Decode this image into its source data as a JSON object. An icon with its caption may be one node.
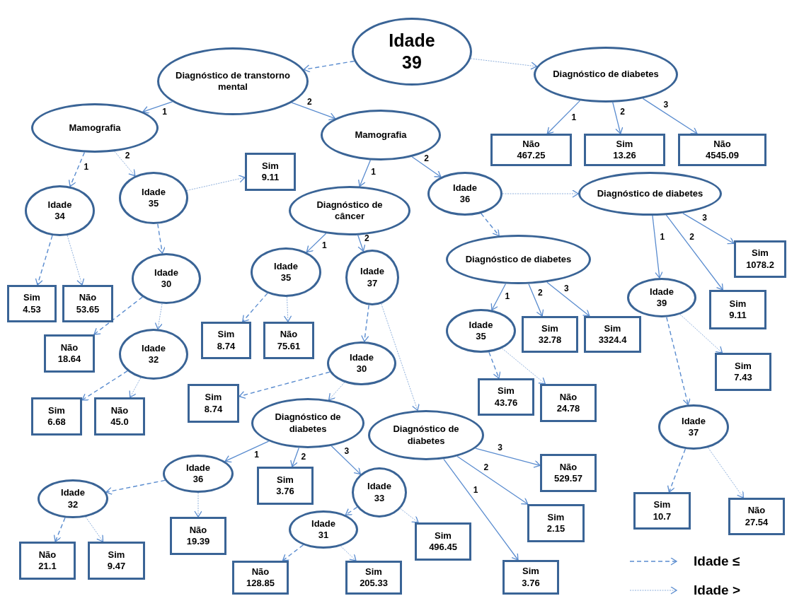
{
  "diagram": {
    "nodes": [
      {
        "text": [
          "Idade 39"
        ]
      },
      {
        "text": [
          "Diagnóstico de transtorno mental"
        ]
      },
      {
        "text": [
          "Diagnóstico de diabetes"
        ]
      },
      {
        "text": [
          "Mamografia"
        ]
      },
      {
        "text": [
          "Mamografia"
        ]
      },
      {
        "text": [
          "Não 467.25"
        ]
      },
      {
        "text": [
          "Sim 13.26"
        ]
      },
      {
        "text": [
          "Não 4545.09"
        ]
      },
      {
        "text": [
          "Sim 9.11"
        ]
      },
      {
        "text": [
          "Idade 34"
        ]
      },
      {
        "text": [
          "Idade 35"
        ]
      },
      {
        "text": [
          "Diagnóstico de câncer"
        ]
      },
      {
        "text": [
          "Idade 36"
        ]
      },
      {
        "text": [
          "Diagnóstico de diabetes"
        ]
      },
      {
        "text": [
          "Diagnóstico de diabetes"
        ]
      },
      {
        "text": [
          "Sim 1078.2"
        ]
      },
      {
        "text": [
          "Idade 30"
        ]
      },
      {
        "text": [
          "Idade 35"
        ]
      },
      {
        "text": [
          "Idade 37"
        ]
      },
      {
        "text": [
          "Sim 4.53"
        ]
      },
      {
        "text": [
          "Não 53.65"
        ]
      },
      {
        "text": [
          "Idade 39"
        ]
      },
      {
        "text": [
          "Sim 9.11"
        ]
      },
      {
        "text": [
          "Sim 8.74"
        ]
      },
      {
        "text": [
          "Não 75.61"
        ]
      },
      {
        "text": [
          "Idade 35"
        ]
      },
      {
        "text": [
          "Sim 32.78"
        ]
      },
      {
        "text": [
          "Sim 3324.4"
        ]
      },
      {
        "text": [
          "Não 18.64"
        ]
      },
      {
        "text": [
          "Idade 32"
        ]
      },
      {
        "text": [
          "Idade 30"
        ]
      },
      {
        "text": [
          "Sim 7.43"
        ]
      },
      {
        "text": [
          "Sim 43.76"
        ]
      },
      {
        "text": [
          "Não 24.78"
        ]
      },
      {
        "text": [
          "Sim 8.74"
        ]
      },
      {
        "text": [
          "Sim 6.68"
        ]
      },
      {
        "text": [
          "Não 45.0"
        ]
      },
      {
        "text": [
          "Diagnóstico de diabetes"
        ]
      },
      {
        "text": [
          "Diagnóstico de diabetes"
        ]
      },
      {
        "text": [
          "Idade 37"
        ]
      },
      {
        "text": [
          "Idade 36"
        ]
      },
      {
        "text": [
          "Não 529.57"
        ]
      },
      {
        "text": [
          "Sim 3.76"
        ]
      },
      {
        "text": [
          "Idade 33"
        ]
      },
      {
        "text": [
          "Idade 32"
        ]
      },
      {
        "text": [
          "Sim 2.15"
        ]
      },
      {
        "text": [
          "Sim 10.7"
        ]
      },
      {
        "text": [
          "Não 27.54"
        ]
      },
      {
        "text": [
          "Não 19.39"
        ]
      },
      {
        "text": [
          "Idade 31"
        ]
      },
      {
        "text": [
          "Sim 496.45"
        ]
      },
      {
        "text": [
          "Não 21.1"
        ]
      },
      {
        "text": [
          "Sim 9.47"
        ]
      },
      {
        "text": [
          "Não 128.85"
        ]
      },
      {
        "text": [
          "Sim 205.33"
        ]
      },
      {
        "text": [
          "Sim 3.76"
        ]
      }
    ],
    "edges": [
      {
        "from": 0,
        "to": 1,
        "arrow": "to",
        "style": "dashed"
      },
      {
        "from": 0,
        "to": 2,
        "arrow": "to",
        "style": "dashed",
        "color": "#8fb0dc"
      },
      {
        "from": 1,
        "to": 3,
        "arrow": "to",
        "label": "1"
      },
      {
        "from": 1,
        "to": 4,
        "arrow": "to",
        "label": "2"
      },
      {
        "from": 2,
        "to": 5,
        "arrow": "to",
        "label": "1"
      },
      {
        "from": 2,
        "to": 6,
        "arrow": "to",
        "label": "2"
      },
      {
        "from": 2,
        "to": 7,
        "arrow": "to",
        "label": "3"
      },
      {
        "from": 3,
        "to": 9,
        "arrow": "to",
        "label": "1",
        "style": "dashed"
      },
      {
        "from": 3,
        "to": 10,
        "arrow": "to",
        "label": "2",
        "style": "dashed",
        "color": "#8fb0dc"
      },
      {
        "from": 10,
        "to": 8,
        "arrow": "to",
        "style": "dashed",
        "color": "#8fb0dc"
      },
      {
        "from": 10,
        "to": 16,
        "arrow": "to",
        "style": "dashed"
      },
      {
        "from": 4,
        "to": 11,
        "arrow": "to",
        "label": "1"
      },
      {
        "from": 4,
        "to": 12,
        "arrow": "to",
        "label": "2"
      },
      {
        "from": 12,
        "to": 13,
        "arrow": "to",
        "style": "dashed",
        "color": "#8fb0dc"
      },
      {
        "from": 12,
        "to": 14,
        "arrow": "to",
        "style": "dashed"
      },
      {
        "from": 9,
        "to": 19,
        "arrow": "to",
        "style": "dashed"
      },
      {
        "from": 9,
        "to": 20,
        "arrow": "to",
        "style": "dashed",
        "color": "#8fb0dc"
      },
      {
        "from": 16,
        "to": 28,
        "arrow": "to",
        "style": "dashed"
      },
      {
        "from": 16,
        "to": 29,
        "arrow": "to",
        "style": "dashed",
        "color": "#8fb0dc"
      },
      {
        "from": 11,
        "to": 17,
        "arrow": "to",
        "label": "1"
      },
      {
        "from": 11,
        "to": 18,
        "arrow": "to",
        "label": "2"
      },
      {
        "from": 17,
        "to": 23,
        "arrow": "to",
        "style": "dashed"
      },
      {
        "from": 17,
        "to": 24,
        "arrow": "to",
        "style": "dashed",
        "color": "#8fb0dc"
      },
      {
        "from": 18,
        "to": 30,
        "arrow": "to",
        "style": "dashed"
      },
      {
        "from": 18,
        "to": 38,
        "arrow": "to",
        "style": "dashed",
        "color": "#8fb0dc"
      },
      {
        "from": 13,
        "to": 21,
        "arrow": "to",
        "label": "1"
      },
      {
        "from": 13,
        "to": 22,
        "arrow": "to",
        "label": "2"
      },
      {
        "from": 13,
        "to": 15,
        "arrow": "to",
        "label": "3"
      },
      {
        "from": 14,
        "to": 25,
        "arrow": "to",
        "label": "1"
      },
      {
        "from": 14,
        "to": 26,
        "arrow": "to",
        "label": "2"
      },
      {
        "from": 14,
        "to": 27,
        "arrow": "to",
        "label": "3"
      },
      {
        "from": 21,
        "to": 39,
        "arrow": "to",
        "style": "dashed"
      },
      {
        "from": 21,
        "to": 31,
        "arrow": "to",
        "style": "dashed",
        "color": "#8fb0dc"
      },
      {
        "from": 25,
        "to": 32,
        "arrow": "to",
        "style": "dashed"
      },
      {
        "from": 25,
        "to": 33,
        "arrow": "to",
        "style": "dashed",
        "color": "#8fb0dc"
      },
      {
        "from": 29,
        "to": 35,
        "arrow": "to",
        "style": "dashed"
      },
      {
        "from": 29,
        "to": 36,
        "arrow": "to",
        "style": "dashed",
        "color": "#8fb0dc"
      },
      {
        "from": 30,
        "to": 34,
        "arrow": "to",
        "style": "dashed"
      },
      {
        "from": 30,
        "to": 37,
        "arrow": "to",
        "style": "dashed",
        "color": "#8fb0dc"
      },
      {
        "from": 37,
        "to": 40,
        "arrow": "to",
        "label": "1"
      },
      {
        "from": 37,
        "to": 42,
        "arrow": "to",
        "label": "2"
      },
      {
        "from": 37,
        "to": 43,
        "arrow": "to",
        "label": "3"
      },
      {
        "from": 38,
        "to": 41,
        "arrow": "to",
        "label": "3"
      },
      {
        "from": 38,
        "to": 45,
        "arrow": "to",
        "label": "2"
      },
      {
        "from": 38,
        "to": 55,
        "arrow": "to",
        "label": "1"
      },
      {
        "from": 39,
        "to": 46,
        "arrow": "to",
        "style": "dashed"
      },
      {
        "from": 39,
        "to": 47,
        "arrow": "to",
        "style": "dashed",
        "color": "#8fb0dc"
      },
      {
        "from": 40,
        "to": 44,
        "arrow": "to",
        "style": "dashed"
      },
      {
        "from": 40,
        "to": 48,
        "arrow": "to",
        "style": "dashed",
        "color": "#8fb0dc"
      },
      {
        "from": 43,
        "to": 49,
        "arrow": "to",
        "style": "dashed"
      },
      {
        "from": 43,
        "to": 50,
        "arrow": "to",
        "style": "dashed",
        "color": "#8fb0dc"
      },
      {
        "from": 44,
        "to": 51,
        "arrow": "to",
        "style": "dashed"
      },
      {
        "from": 44,
        "to": 52,
        "arrow": "to",
        "style": "dashed",
        "color": "#8fb0dc"
      },
      {
        "from": 49,
        "to": 53,
        "arrow": "to",
        "style": "dashed"
      },
      {
        "from": 49,
        "to": 54,
        "arrow": "to",
        "style": "dashed",
        "color": "#8fb0dc"
      }
    ],
    "legend": [
      {
        "text": "Idade ≤"
      },
      {
        "text": "Idade >"
      }
    ]
  }
}
